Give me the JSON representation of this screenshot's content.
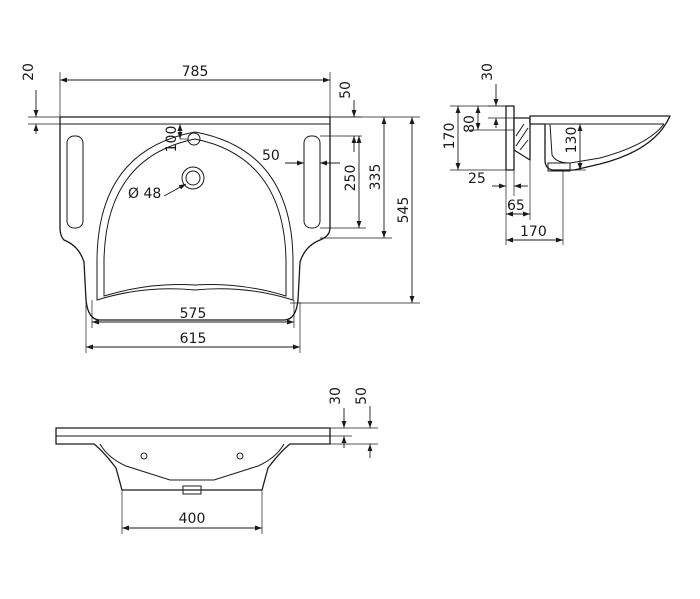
{
  "drawing": {
    "title": "",
    "line_color": "#1a1a1a",
    "background": "#ffffff"
  },
  "top_view": {
    "overall_width": "785",
    "back_edge_offset": "20",
    "tap_hole_offset": "100",
    "drain_diameter": "Ø 48",
    "handle_width": "50",
    "handle_top_offset": "50",
    "handle_length": "250",
    "handle_total_depth": "335",
    "overall_depth": "545",
    "front_inner_width": "575",
    "front_outer_width": "615"
  },
  "side_view": {
    "rim_thickness": "30",
    "bracket_height": "80",
    "bracket_total": "170",
    "bowl_depth": "130",
    "wall_offset": "25",
    "bracket_depth": "65",
    "drain_position": "170"
  },
  "front_view": {
    "rim_thickness": "30",
    "total_thickness": "50",
    "base_width": "400"
  }
}
